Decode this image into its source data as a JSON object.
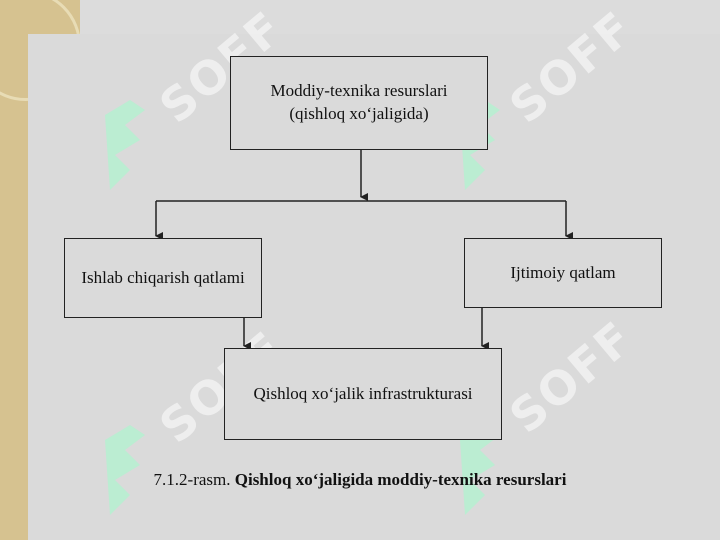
{
  "diagram": {
    "top_box": {
      "line1": "Moddiy-texnika resurslari",
      "line2": "(qishloq xo‘jaligida)"
    },
    "left_box": {
      "label": "Ishlab chiqarish qatlami"
    },
    "right_box": {
      "label": "Ijtimoiy qatlam"
    },
    "bottom_box": {
      "label": "Qishloq xo‘jalik infrastrukturasi"
    }
  },
  "caption": {
    "prefix": "7.1.2-rasm.",
    "title": "Qishloq xo‘jaligida moddiy-texnika resurslari"
  },
  "watermark": {
    "text": "SOFF"
  },
  "colors": {
    "left_strip": "#d6c290",
    "background": "#d8d8d8",
    "watermark": "#ffffff",
    "logo": "#aef5cf"
  }
}
